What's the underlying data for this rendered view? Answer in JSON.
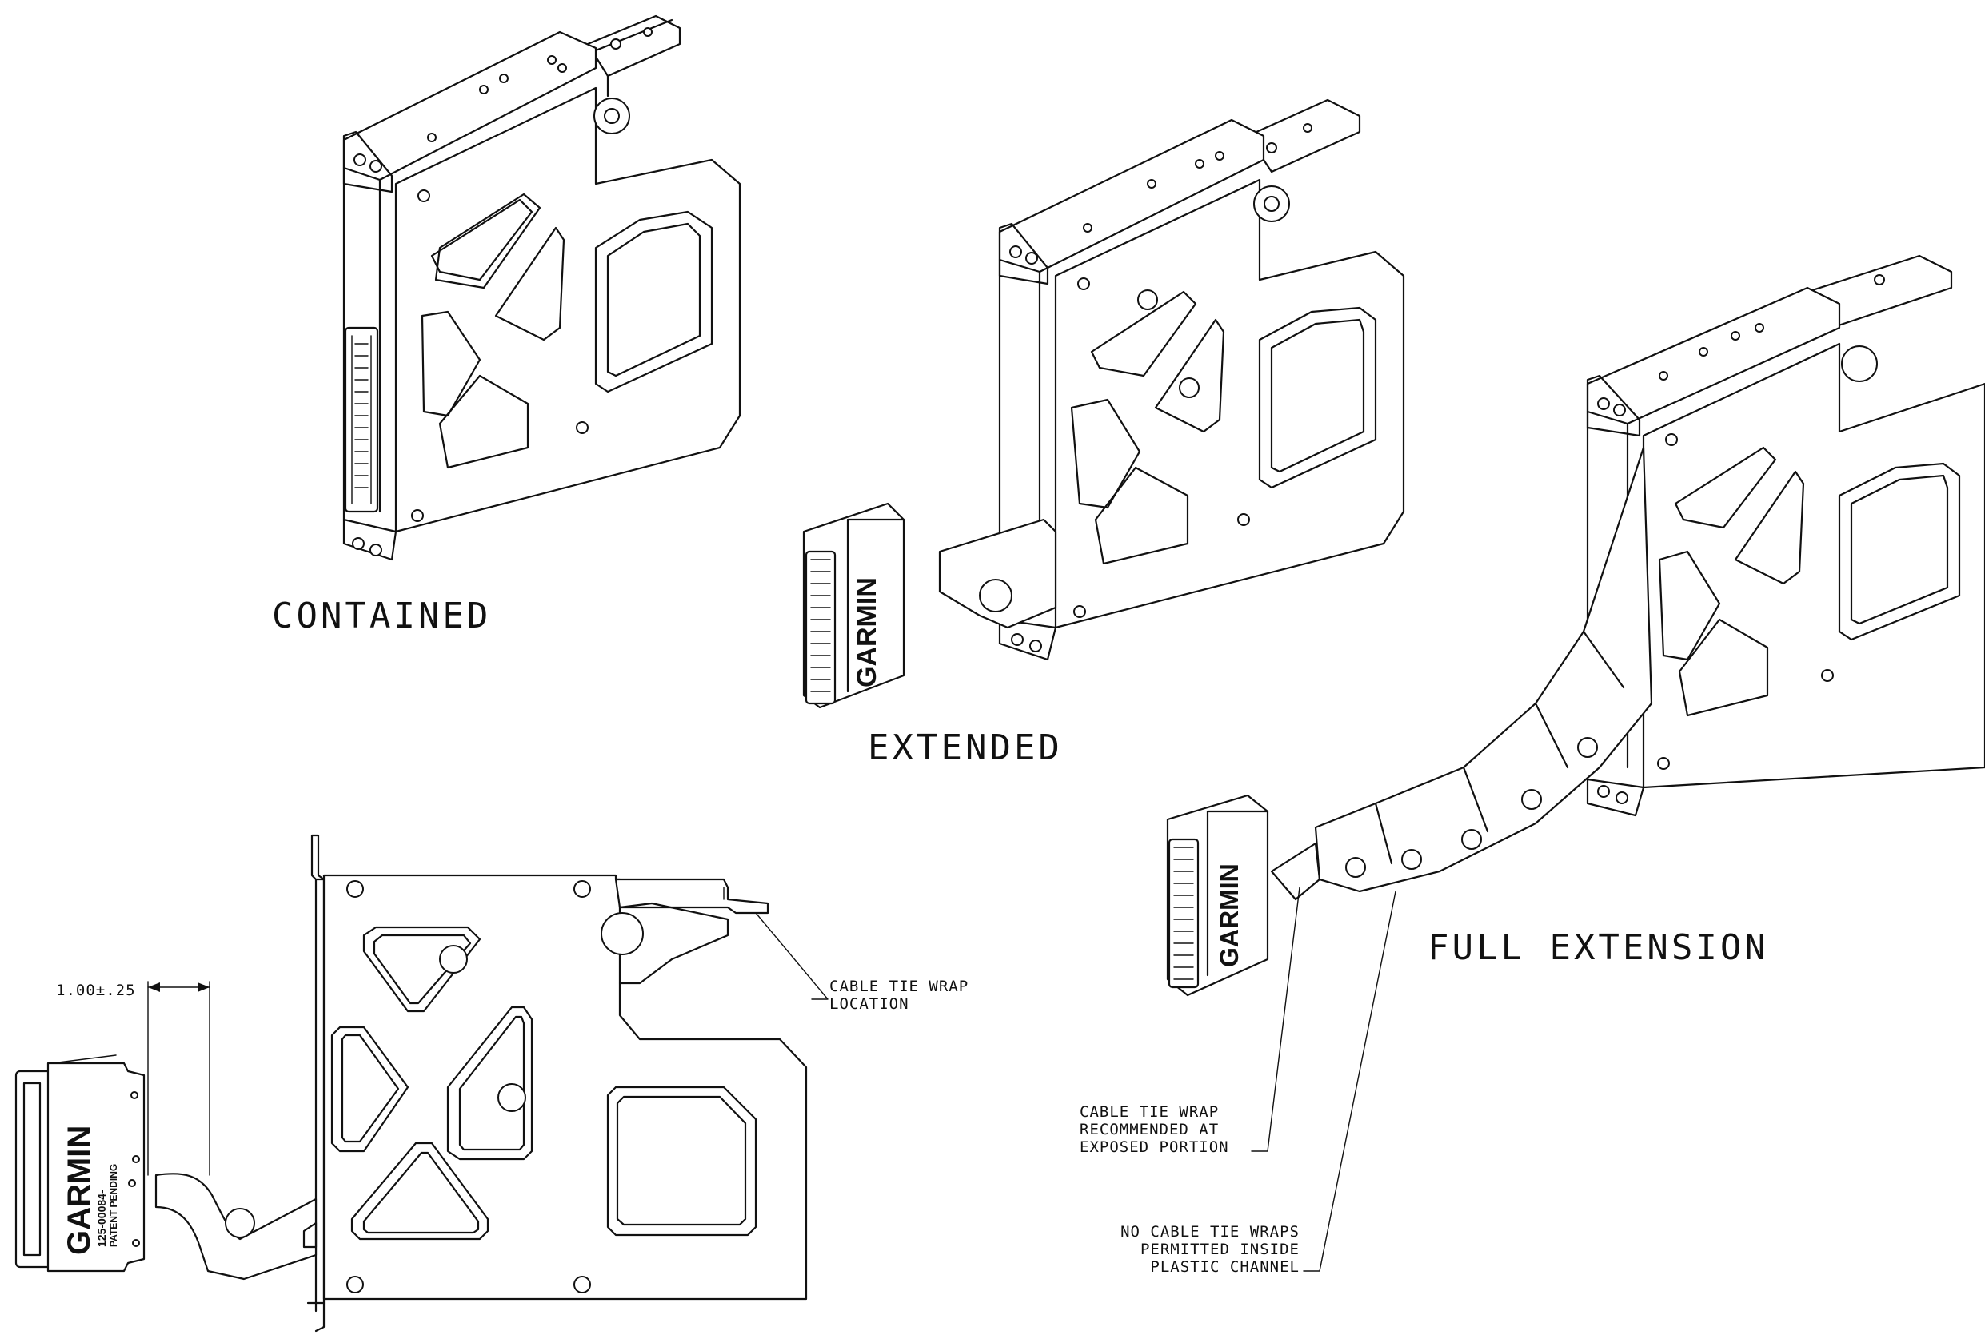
{
  "labels": {
    "contained": "CONTAINED",
    "extended": "EXTENDED",
    "full_extension": "FULL EXTENSION"
  },
  "dimension": "1.00±.25",
  "callouts": {
    "tie_wrap_location": [
      "CABLE TIE WRAP",
      "LOCATION"
    ],
    "tie_wrap_recommended": [
      "CABLE TIE WRAP",
      "RECOMMENDED AT",
      "EXPOSED PORTION"
    ],
    "no_tie_wraps": [
      "NO CABLE TIE WRAPS",
      "PERMITTED INSIDE",
      "PLASTIC CHANNEL"
    ]
  },
  "connector": {
    "brand": "GARMIN",
    "part_number": "125-00084-",
    "note": "PATENT PENDING"
  }
}
